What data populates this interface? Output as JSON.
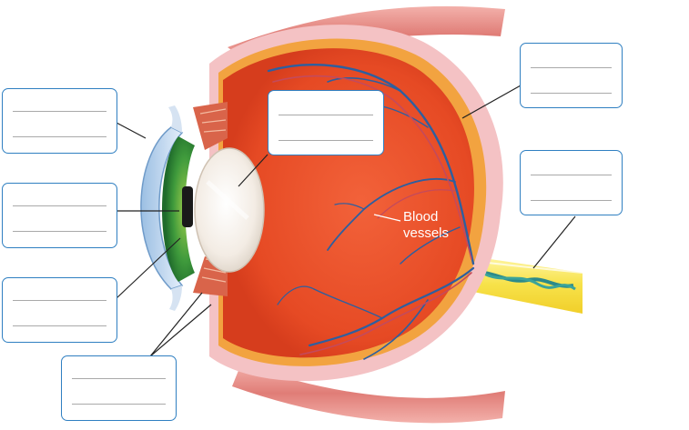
{
  "diagram": {
    "annotation": {
      "line1": "Blood",
      "line2": "vessels"
    },
    "blank_label_boxes": 7,
    "colors": {
      "label_border": "#2f7fc1",
      "sclera": "#f4c2c4",
      "choroid": "#f2a340",
      "retina_interior": "#e8502a",
      "optic_nerve": "#f7e24a",
      "blood_vessel": "#2d5fa0",
      "iris": "#3f9a3c",
      "muscle": "#e08a86"
    }
  }
}
